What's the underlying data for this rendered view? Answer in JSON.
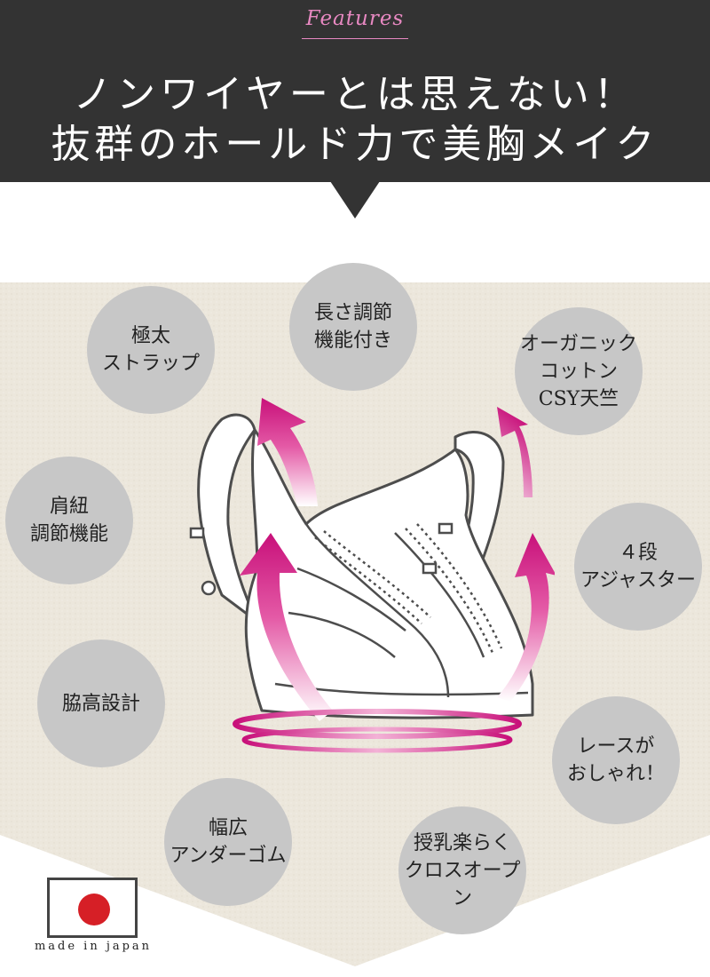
{
  "header": {
    "label": "Features",
    "headline_line1": "ノンワイヤーとは思えない！",
    "headline_line2": "抜群のホールド力で美胸メイク"
  },
  "features": [
    {
      "name": "thick-strap",
      "text": "極太\nストラップ"
    },
    {
      "name": "length-adjust",
      "text": "長さ調節\n機能付き"
    },
    {
      "name": "organic-cotton",
      "text": "オーガニック\nコットン\nCSY天竺"
    },
    {
      "name": "shoulder-adjust",
      "text": "肩紐\n調節機能"
    },
    {
      "name": "four-step-adjuster",
      "text": "４段\nアジャスター"
    },
    {
      "name": "side-design",
      "text": "脇高設計"
    },
    {
      "name": "lace",
      "text": "レースが\nおしゃれ！"
    },
    {
      "name": "wide-under-rubber",
      "text": "幅広\nアンダーゴム"
    },
    {
      "name": "nursing-cross-open",
      "text": "授乳楽らく\nクロスオープン"
    }
  ],
  "origin": {
    "text": "made in japan"
  },
  "colors": {
    "header_bg": "#333333",
    "accent_pink": "#e889c2",
    "arrow_magenta": "#c8107a",
    "bubble_gray": "#c7c7c7",
    "panel_beige": "#ece7dc",
    "flag_red": "#d61f26"
  }
}
